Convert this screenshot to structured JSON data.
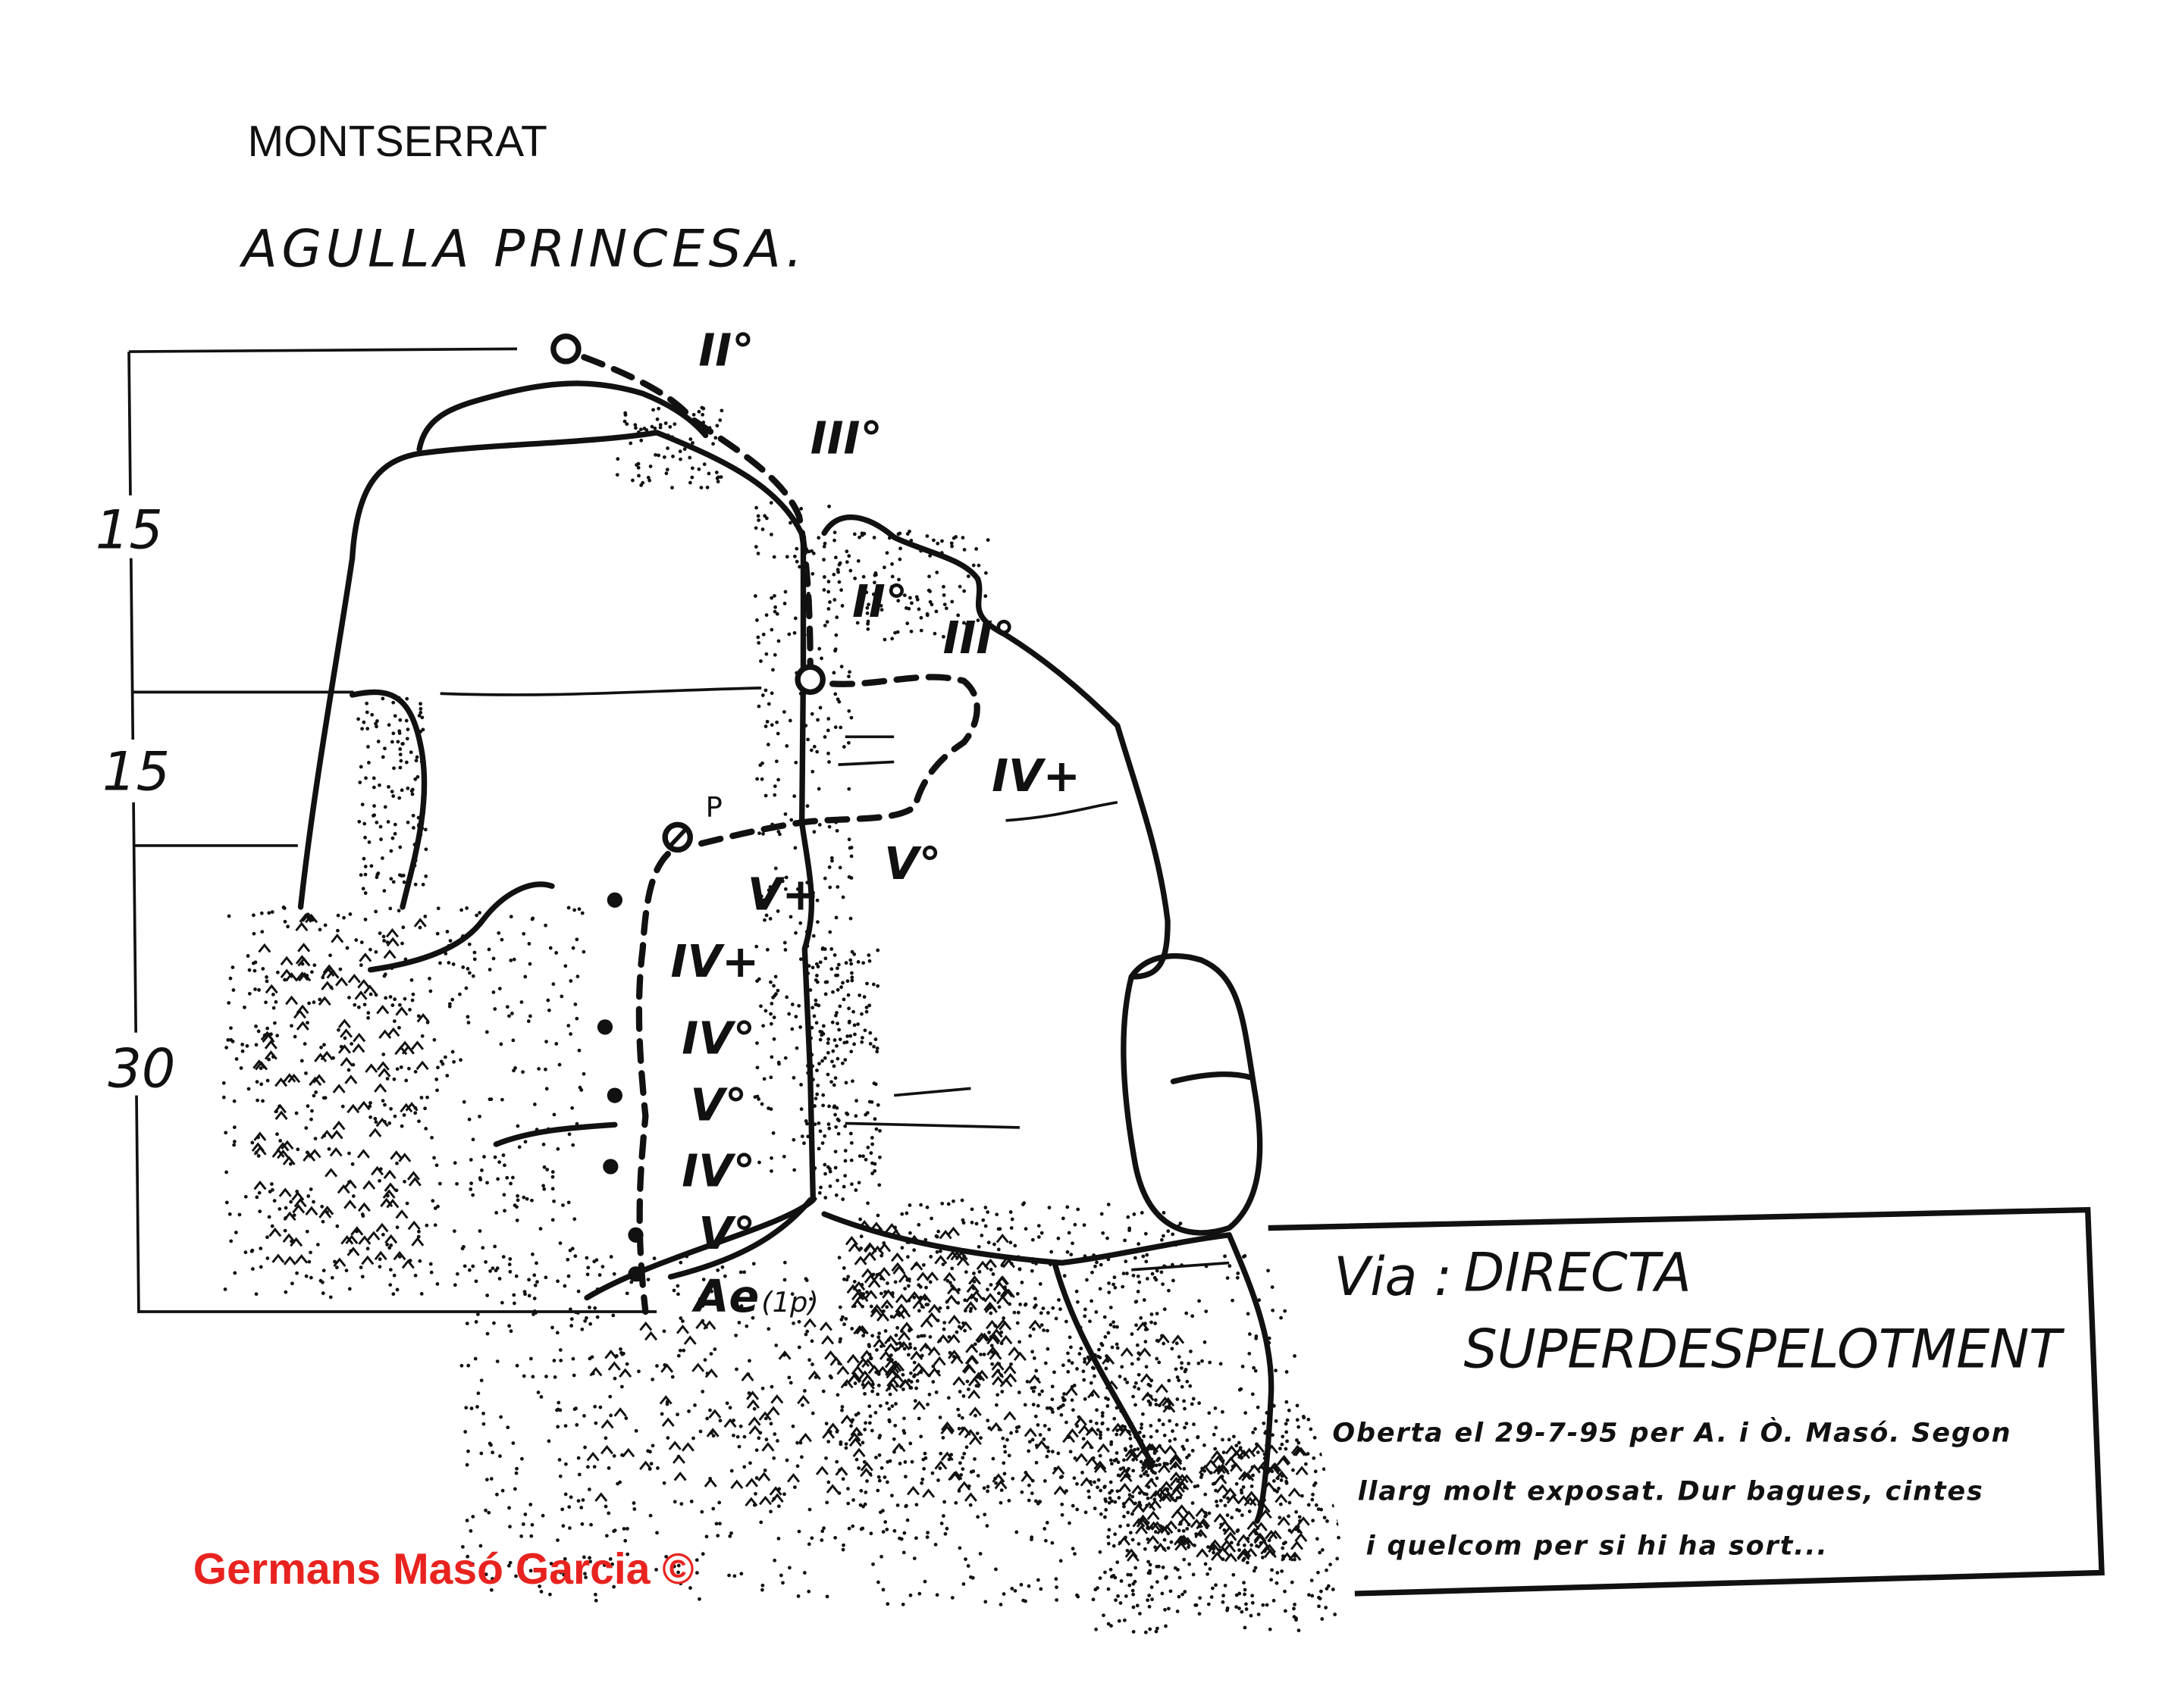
{
  "header": {
    "region": "MONTSERRAT",
    "peak": "AGULLA PRINCESA."
  },
  "scale": {
    "segments": [
      "15",
      "15",
      "30"
    ]
  },
  "route": {
    "belay_label": "P",
    "grades": {
      "top_1": "II°",
      "top_2": "III°",
      "mid_1": "II°",
      "mid_2": "III°",
      "traverse_1": "IV+",
      "traverse_2": "V°",
      "pitch_1": "V+",
      "pitch_2": "IV+",
      "pitch_3": "IV°",
      "pitch_4": "V°",
      "pitch_5": "IV°",
      "pitch_6": "V°",
      "start": "Ae",
      "start_note": "(1p)"
    }
  },
  "info_box": {
    "via_label": "Via :",
    "name_line1": "DIRECTA",
    "name_line2": "SUPERDESPELOTMENT",
    "note_lines": [
      "Oberta el 29-7-95 per A. i Ò. Masó.  Segon",
      "llarg molt exposat. Dur bagues, cintes",
      "i quelcom per si  hi  ha  sort..."
    ]
  },
  "copyright": "Germans Masó Garcia ©",
  "colors": {
    "ink": "#111111",
    "copyright": "#e8231f"
  }
}
